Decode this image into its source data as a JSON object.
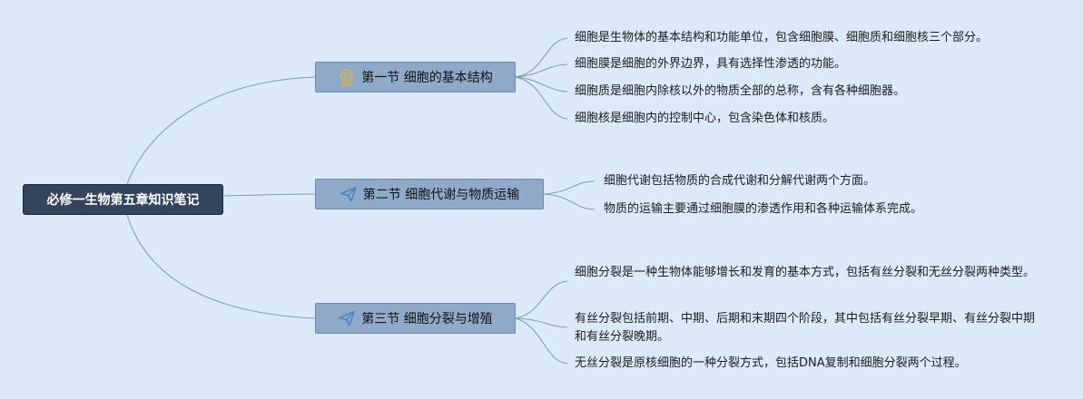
{
  "root": {
    "title": "必修一生物第五章知识笔记"
  },
  "sections": [
    {
      "title": "第一节 细胞的基本结构",
      "icon": "award-medal-icon",
      "points": [
        "细胞是生物体的基本结构和功能单位，包含细胞膜、细胞质和细胞核三个部分。",
        "细胞膜是细胞的外界边界，具有选择性渗透的功能。",
        "细胞质是细胞内除核以外的物质全部的总称，含有各种细胞器。",
        "细胞核是细胞内的控制中心，包含染色体和核质。"
      ]
    },
    {
      "title": "第二节 细胞代谢与物质运输",
      "icon": "paper-plane-icon",
      "points": [
        "细胞代谢包括物质的合成代谢和分解代谢两个方面。",
        "物质的运输主要通过细胞膜的渗透作用和各种运输体系完成。"
      ]
    },
    {
      "title": "第三节 细胞分裂与增殖",
      "icon": "paper-plane-icon",
      "points": [
        "细胞分裂是一种生物体能够增长和发育的基本方式，包括有丝分裂和无丝分裂两种类型。",
        "有丝分裂包括前期、中期、后期和末期四个阶段，其中包括有丝分裂早期、有丝分裂中期和有丝分裂晚期。",
        "无丝分裂是原核细胞的一种分裂方式，包括DNA复制和细胞分裂两个过程。"
      ]
    }
  ],
  "colors": {
    "background": "#dbe9f8",
    "root_fill": "#34445c",
    "section_fill": "#8fa9c9",
    "link_stroke": "#7f9ea6",
    "medal_icon": "#d8b24a",
    "plane_icon": "#4a86c8"
  }
}
